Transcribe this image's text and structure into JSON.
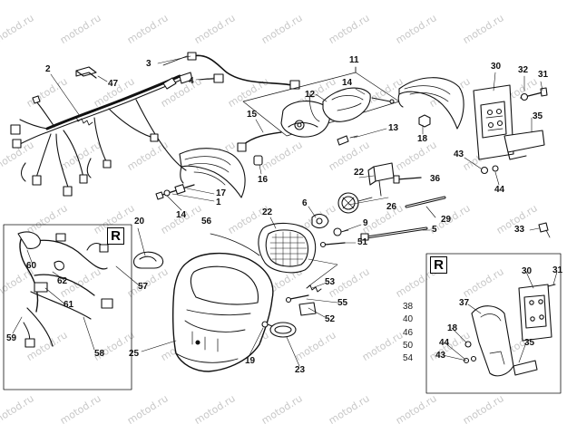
{
  "watermark": {
    "text": "motod.ru"
  },
  "callouts": [
    {
      "id": "c2",
      "text": "2"
    },
    {
      "id": "c3",
      "text": "3"
    },
    {
      "id": "c47",
      "text": "47"
    },
    {
      "id": "c4",
      "text": "4"
    },
    {
      "id": "c11",
      "text": "11"
    },
    {
      "id": "c12",
      "text": "12"
    },
    {
      "id": "c14a",
      "text": "14"
    },
    {
      "id": "c15",
      "text": "15"
    },
    {
      "id": "c13",
      "text": "13"
    },
    {
      "id": "c30",
      "text": "30"
    },
    {
      "id": "c32",
      "text": "32"
    },
    {
      "id": "c31",
      "text": "31"
    },
    {
      "id": "c18",
      "text": "18"
    },
    {
      "id": "c35",
      "text": "35"
    },
    {
      "id": "c43",
      "text": "43"
    },
    {
      "id": "c44",
      "text": "44"
    },
    {
      "id": "c16",
      "text": "16"
    },
    {
      "id": "c17",
      "text": "17"
    },
    {
      "id": "c1",
      "text": "1"
    },
    {
      "id": "c14b",
      "text": "14"
    },
    {
      "id": "c22a",
      "text": "22"
    },
    {
      "id": "c36",
      "text": "36"
    },
    {
      "id": "c26",
      "text": "26"
    },
    {
      "id": "c6",
      "text": "6"
    },
    {
      "id": "c22b",
      "text": "22"
    },
    {
      "id": "c9",
      "text": "9"
    },
    {
      "id": "c29",
      "text": "29"
    },
    {
      "id": "c5",
      "text": "5"
    },
    {
      "id": "c20",
      "text": "20"
    },
    {
      "id": "c56",
      "text": "56"
    },
    {
      "id": "c51",
      "text": "51"
    },
    {
      "id": "c33",
      "text": "33"
    },
    {
      "id": "c60",
      "text": "60"
    },
    {
      "id": "c62",
      "text": "62"
    },
    {
      "id": "c57",
      "text": "57"
    },
    {
      "id": "c61",
      "text": "61"
    },
    {
      "id": "c59",
      "text": "59"
    },
    {
      "id": "c58",
      "text": "58"
    },
    {
      "id": "c25",
      "text": "25"
    },
    {
      "id": "c53",
      "text": "53"
    },
    {
      "id": "c55",
      "text": "55"
    },
    {
      "id": "c52",
      "text": "52"
    },
    {
      "id": "c19",
      "text": "19"
    },
    {
      "id": "c23",
      "text": "23"
    },
    {
      "id": "c30b",
      "text": "30"
    },
    {
      "id": "c31b",
      "text": "31"
    },
    {
      "id": "c37",
      "text": "37"
    },
    {
      "id": "c18b",
      "text": "18"
    },
    {
      "id": "c44b",
      "text": "44"
    },
    {
      "id": "c43b",
      "text": "43"
    },
    {
      "id": "c35b",
      "text": "35"
    }
  ],
  "legend_numbers": [
    "38",
    "40",
    "46",
    "50",
    "54"
  ],
  "r_boxes": [
    {
      "id": "left",
      "letter": "R"
    },
    {
      "id": "right",
      "letter": "R"
    }
  ]
}
